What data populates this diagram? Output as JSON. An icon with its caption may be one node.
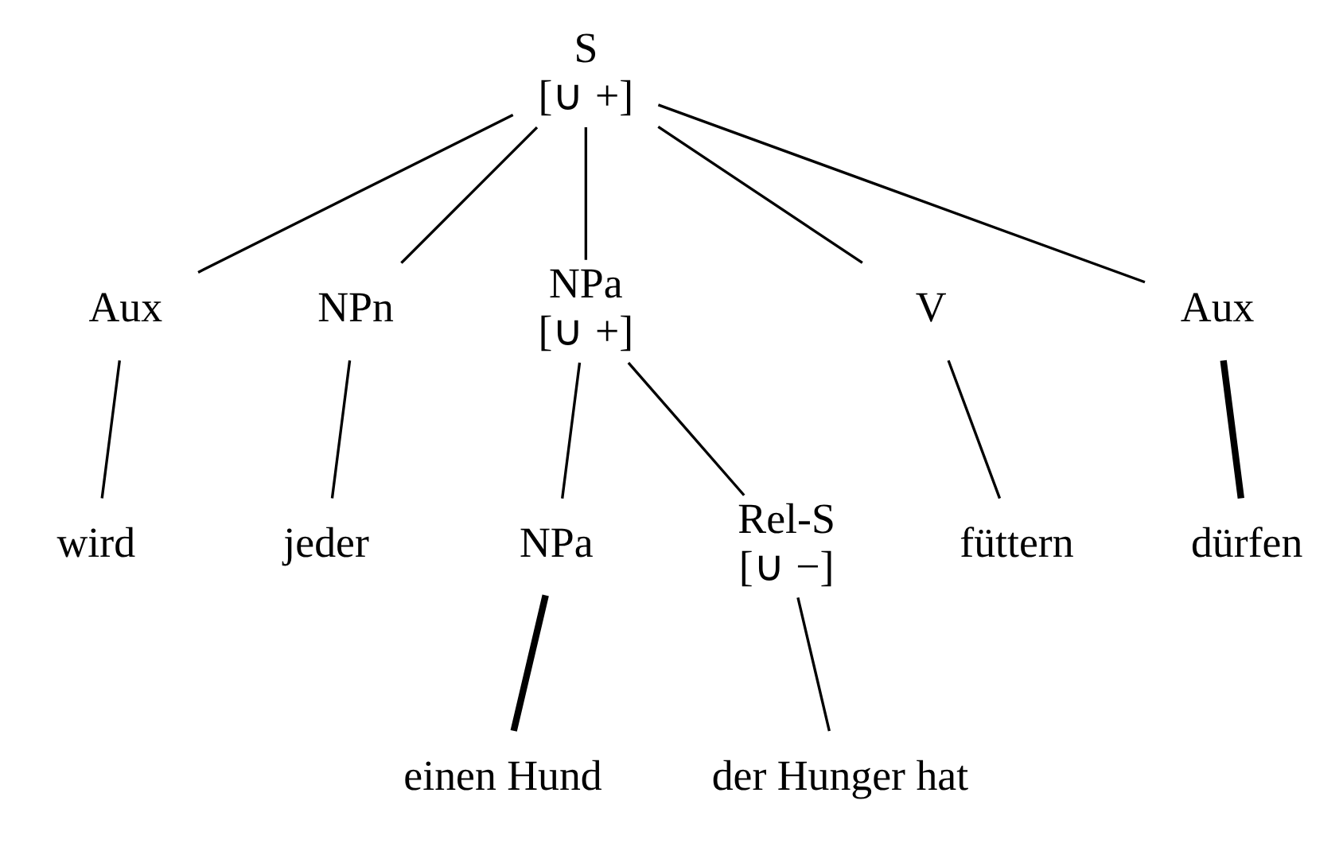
{
  "diagram": {
    "nodes": [
      {
        "text": [
          "S",
          "[∪ +]"
        ]
      },
      {
        "text": [
          "Aux"
        ]
      },
      {
        "text": [
          "NPn"
        ]
      },
      {
        "text": [
          "NPa",
          "[∪ +]"
        ]
      },
      {
        "text": [
          "V"
        ]
      },
      {
        "text": [
          "Aux"
        ]
      },
      {
        "text": [
          "wird"
        ]
      },
      {
        "text": [
          "jeder"
        ]
      },
      {
        "text": [
          "NPa"
        ]
      },
      {
        "text": [
          "Rel-S",
          "[∪ −]"
        ]
      },
      {
        "text": [
          "füttern"
        ]
      },
      {
        "text": [
          "dürfen"
        ]
      },
      {
        "text": [
          "einen Hund"
        ]
      },
      {
        "text": [
          "der Hunger hat"
        ]
      }
    ],
    "edges": [
      {
        "from": 0,
        "to": 1,
        "arrow": "none"
      },
      {
        "from": 0,
        "to": 2,
        "arrow": "none"
      },
      {
        "from": 0,
        "to": 3,
        "arrow": "none"
      },
      {
        "from": 0,
        "to": 4,
        "arrow": "none"
      },
      {
        "from": 0,
        "to": 5,
        "arrow": "none"
      },
      {
        "from": 1,
        "to": 6,
        "arrow": "none"
      },
      {
        "from": 2,
        "to": 7,
        "arrow": "none"
      },
      {
        "from": 3,
        "to": 8,
        "arrow": "none"
      },
      {
        "from": 3,
        "to": 9,
        "arrow": "none"
      },
      {
        "from": 4,
        "to": 10,
        "arrow": "none"
      },
      {
        "from": 5,
        "to": 11,
        "arrow": "none",
        "style": "thick"
      },
      {
        "from": 8,
        "to": 12,
        "arrow": "none",
        "style": "thick"
      },
      {
        "from": 9,
        "to": 13,
        "arrow": "none"
      }
    ]
  }
}
